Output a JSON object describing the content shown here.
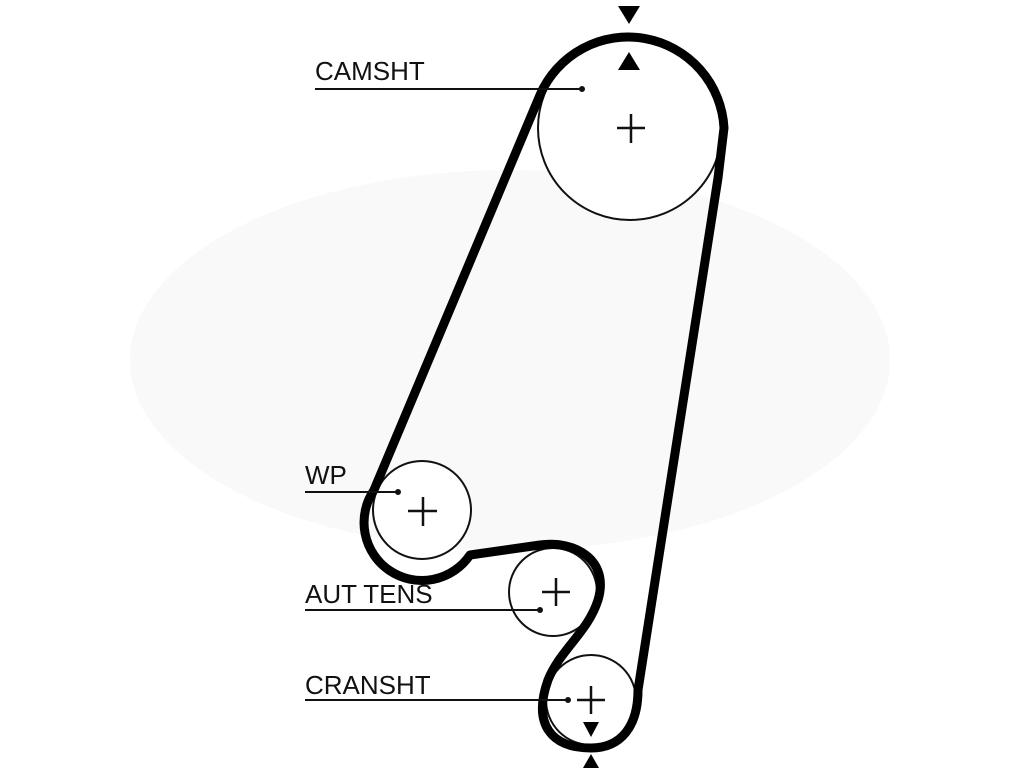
{
  "labels": {
    "camshaft": "CAMSHT",
    "water_pump": "WP",
    "auto_tensioner": "AUT TENS",
    "crankshaft": "CRANSHT"
  },
  "colors": {
    "belt": "#000000",
    "line": "#111111",
    "watermark": "#eeeeee",
    "background": "#ffffff"
  }
}
